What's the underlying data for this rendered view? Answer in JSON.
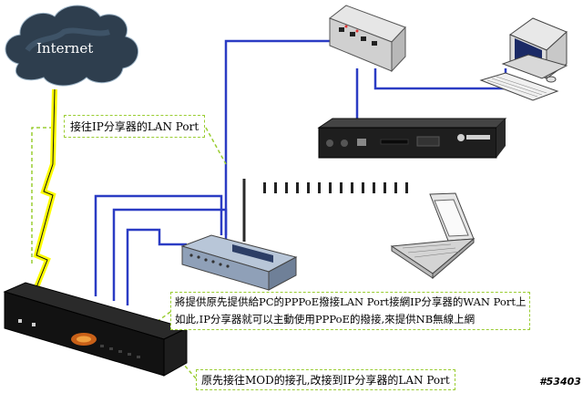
{
  "internet_label": "Internet",
  "note_top": "接往IP分享器的LAN Port",
  "note_mid_line1": "將提供原先提供給PC的PPPoE撥接LAN Port接網IP分享器的WAN Port上",
  "note_mid_line2": "如此,IP分享器就可以主動使用PPPoE的撥接,來提供NB無線上網",
  "note_bottom": "原先接往MOD的接孔,改接到IP分享器的LAN Port",
  "watermark": "#53403",
  "colors": {
    "cable": "#2b3cc4",
    "link_zigzag": "#ffff00",
    "note_border": "#9acd32",
    "cloud": "#2e3e4e"
  }
}
